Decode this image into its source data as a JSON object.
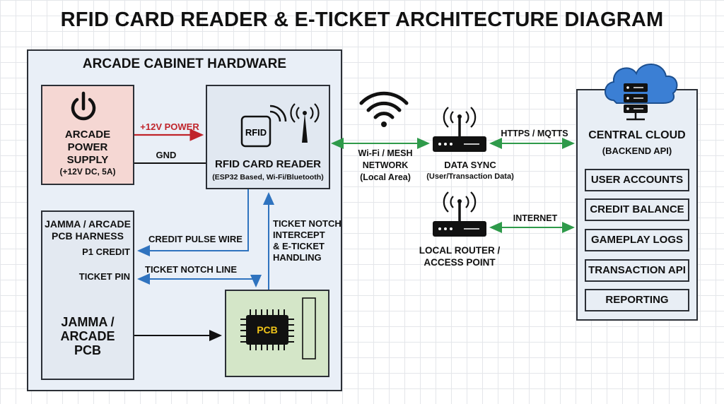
{
  "title": "RFID CARD READER & E-TICKET ARCHITECTURE DIAGRAM",
  "cabinet": {
    "title": "ARCADE CABINET HARDWARE",
    "power": {
      "line1": "ARCADE",
      "line2": "POWER",
      "line3": "SUPPLY",
      "line4": "(+12V DC, 5A)"
    },
    "reader": {
      "title": "RFID CARD READER",
      "subtitle": "(ESP32 Based, Wi-Fi/Bluetooth)",
      "badge": "RFID"
    },
    "harness": {
      "line1": "JAMMA / ARCADE",
      "line2": "PCB HARNESS",
      "p1": "P1 CREDIT",
      "ticket_pin": "TICKET PIN",
      "pcb1": "JAMMA /",
      "pcb2": "ARCADE",
      "pcb3": "PCB"
    },
    "pcb": {
      "label": "PCB"
    }
  },
  "connections": {
    "power": "+12V POWER",
    "gnd": "GND",
    "credit_pulse": "CREDIT PULSE WIRE",
    "ticket_notch": "TICKET NOTCH LINE",
    "intercept1": "TICKET NOTCH",
    "intercept2": "INTERCEPT",
    "intercept3": "& E-TICKET",
    "intercept4": "HANDLING",
    "wifi1": "Wi-Fi / MESH",
    "wifi2": "NETWORK",
    "wifi3": "(Local Area)",
    "https": "HTTPS / MQTTS",
    "internet": "INTERNET",
    "datasync1": "DATA SYNC",
    "datasync2": "(User/Transaction Data)",
    "router1": "LOCAL ROUTER /",
    "router2": "ACCESS POINT"
  },
  "cloud": {
    "title": "CENTRAL CLOUD",
    "subtitle": "(BACKEND API)",
    "items": [
      "USER ACCOUNTS",
      "CREDIT BALANCE",
      "GAMEPLAY LOGS",
      "TRANSACTION API",
      "REPORTING"
    ]
  },
  "colors": {
    "power_line": "#c0242b",
    "signal_line": "#2f73bf",
    "network_line": "#2e9a4a",
    "cloud_icon": "#3b7fd4"
  }
}
